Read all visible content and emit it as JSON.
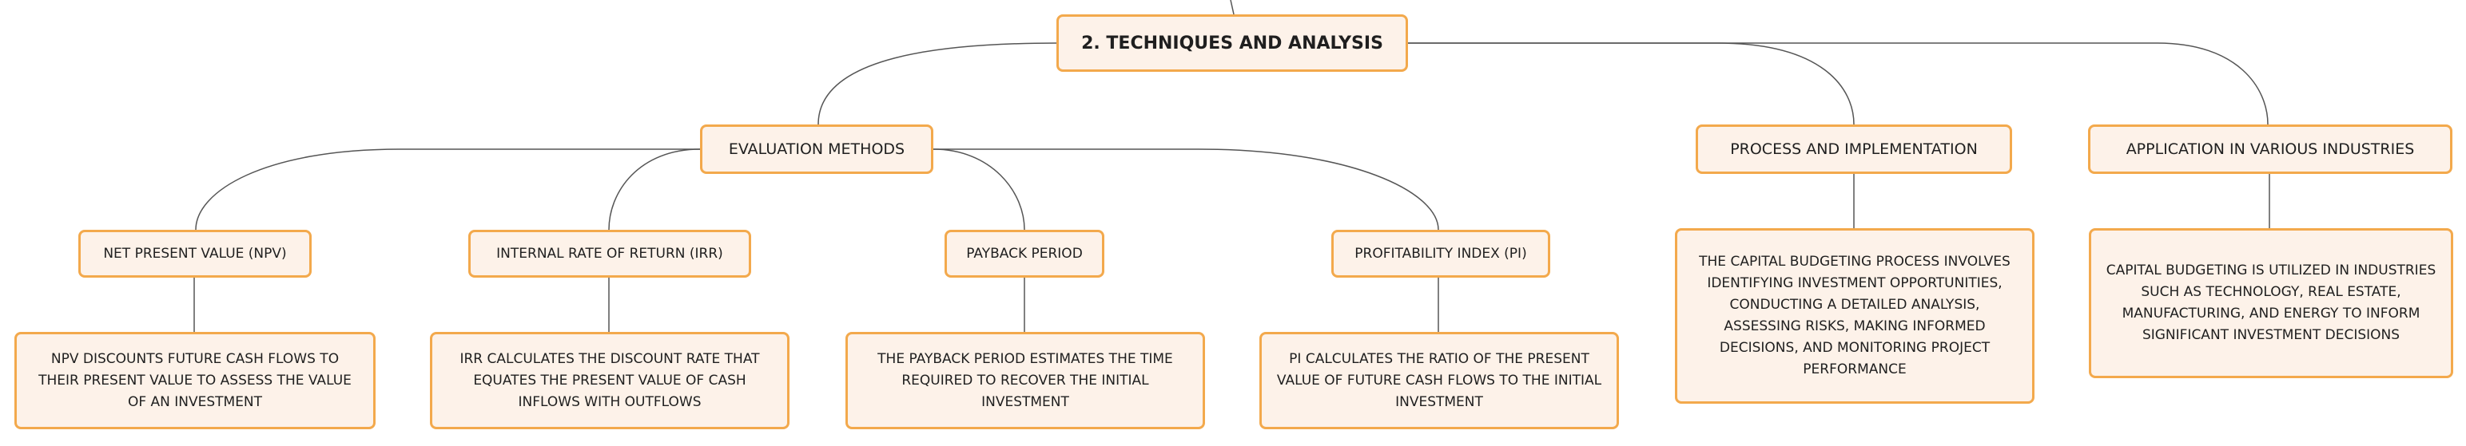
{
  "root": {
    "label": "2. TECHNIQUES AND ANALYSIS"
  },
  "branches": [
    {
      "label": "EVALUATION METHODS",
      "children": [
        {
          "label": "NET PRESENT VALUE (NPV)",
          "note": "NPV DISCOUNTS FUTURE CASH FLOWS TO THEIR PRESENT VALUE TO ASSESS THE VALUE OF AN INVESTMENT"
        },
        {
          "label": "INTERNAL RATE OF RETURN (IRR)",
          "note": "IRR CALCULATES THE DISCOUNT RATE THAT EQUATES THE PRESENT VALUE OF CASH INFLOWS WITH OUTFLOWS"
        },
        {
          "label": "PAYBACK PERIOD",
          "note": "THE PAYBACK PERIOD ESTIMATES THE TIME REQUIRED TO RECOVER THE INITIAL INVESTMENT"
        },
        {
          "label": "PROFITABILITY INDEX (PI)",
          "note": "PI CALCULATES THE RATIO OF THE PRESENT VALUE OF FUTURE CASH FLOWS TO THE INITIAL INVESTMENT"
        }
      ]
    },
    {
      "label": "PROCESS AND IMPLEMENTATION",
      "note": "THE CAPITAL BUDGETING PROCESS INVOLVES IDENTIFYING INVESTMENT OPPORTUNITIES, CONDUCTING A DETAILED ANALYSIS, ASSESSING RISKS, MAKING INFORMED DECISIONS, AND MONITORING PROJECT PERFORMANCE"
    },
    {
      "label": "APPLICATION IN VARIOUS INDUSTRIES",
      "note": "CAPITAL BUDGETING IS UTILIZED IN INDUSTRIES SUCH AS TECHNOLOGY, REAL ESTATE, MANUFACTURING, AND ENERGY TO INFORM SIGNIFICANT INVESTMENT DECISIONS"
    }
  ]
}
